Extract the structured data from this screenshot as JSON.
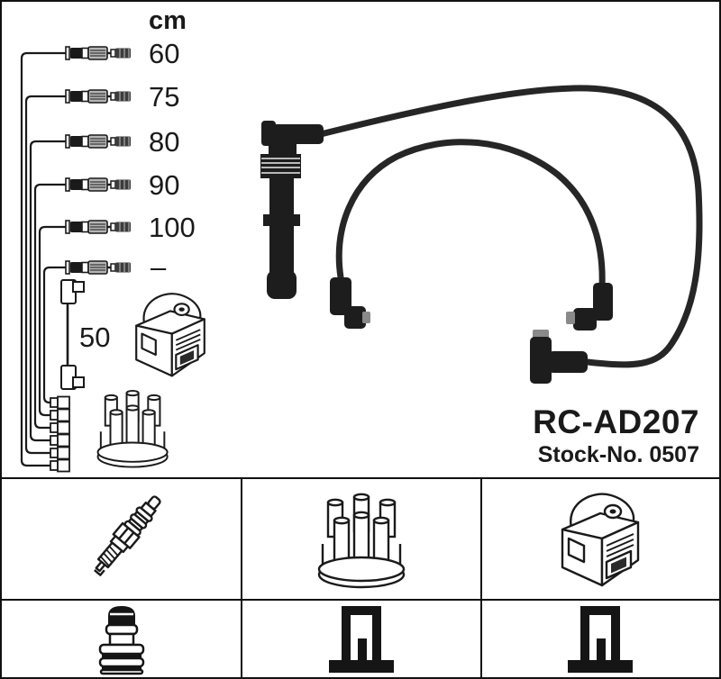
{
  "product": {
    "part_number": "RC-AD207",
    "stock_number": "Stock-No. 0507"
  },
  "diagram": {
    "unit_label": "cm",
    "cable_lengths": [
      "60",
      "75",
      "80",
      "90",
      "100",
      "–"
    ],
    "coil_lead_length": "50"
  },
  "legend_icons": {
    "row1": [
      "spark-plug",
      "distributor-cap",
      "ignition-coil"
    ],
    "row2": [
      "spark-plug-terminal",
      "distributor-end-connector",
      "coil-end-connector"
    ]
  },
  "colors": {
    "ink": "#1a1a1a",
    "background": "#ffffff",
    "border": "#111111"
  }
}
